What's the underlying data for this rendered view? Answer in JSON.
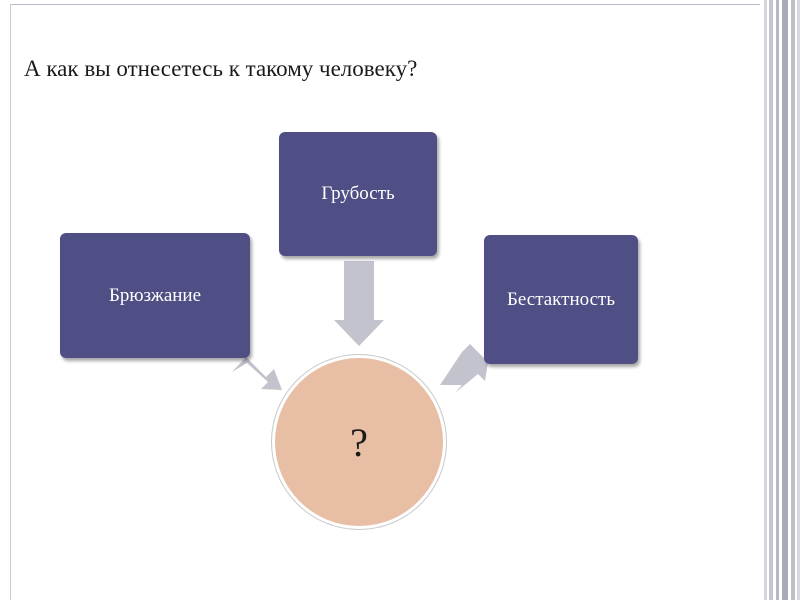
{
  "slide": {
    "title": "А как вы отнесетесь к такому человеку?"
  },
  "diagram": {
    "boxes": [
      {
        "label": "Грубость"
      },
      {
        "label": "Брюзжание"
      },
      {
        "label": "Бестактность"
      }
    ],
    "center": {
      "label": "?"
    },
    "colors": {
      "box_fill": "#4f4f85",
      "circle_fill": "#e8bfa4",
      "arrow_fill": "#c3c3cd"
    }
  }
}
